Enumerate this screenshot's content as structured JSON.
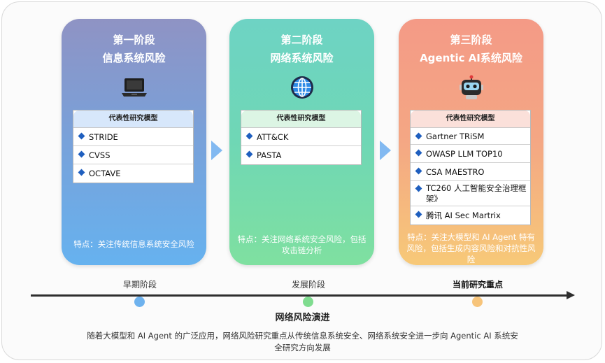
{
  "stages": [
    {
      "title_line1": "第一阶段",
      "title_line2": "信息系统风险",
      "icon": "laptop-icon",
      "models_header": "代表性研究模型",
      "models": [
        "STRIDE",
        "CVSS",
        "OCTAVE"
      ],
      "feature": "特点：关注传统信息系统安全风险"
    },
    {
      "title_line1": "第二阶段",
      "title_line2": "网络系统风险",
      "icon": "globe-icon",
      "models_header": "代表性研究模型",
      "models": [
        "ATT&CK",
        "PASTA"
      ],
      "feature": "特点：关注网络系统安全风险，包括攻击链分析"
    },
    {
      "title_line1": "第三阶段",
      "title_line2": "Agentic AI系统风险",
      "icon": "robot-icon",
      "models_header": "代表性研究模型",
      "models": [
        "Gartner TRiSM",
        "OWASP LLM TOP10",
        "CSA MAESTRO",
        "TC260 人工智能安全治理框架》",
        "腾讯 AI Sec Martrix"
      ],
      "feature": "特点：关注大模型和 AI Agent 特有风险，包括生成内容风险和对抗性风险"
    }
  ],
  "timeline": {
    "phases": [
      {
        "label": "早期阶段",
        "color": "#6eb2ee"
      },
      {
        "label": "发展阶段",
        "color": "#7fdc8f"
      },
      {
        "label": "当前研究重点",
        "color": "#f7c47a"
      }
    ],
    "title": "网络风险演进"
  },
  "summary": "随着大模型和 AI Agent 的广泛应用，网络风险研究重点从传统信息系统安全、网络系统安全进一步向 Agentic AI 系统安全研究方向发展"
}
